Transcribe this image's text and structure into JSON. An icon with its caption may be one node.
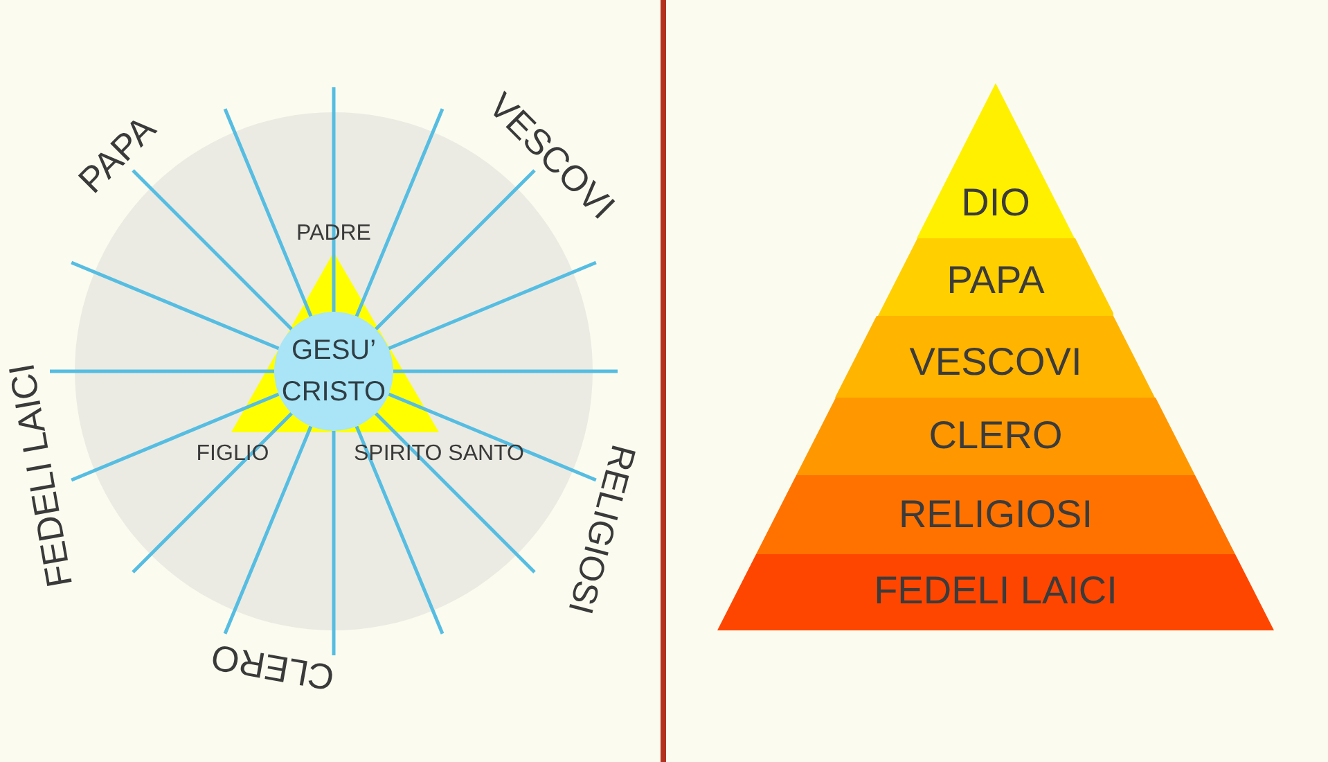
{
  "diagram": {
    "nodes": [
      {
        "text": [
          "GESU’ CRISTO"
        ]
      },
      {
        "text": [
          "DIO"
        ]
      },
      {
        "text": [
          "PAPA"
        ]
      },
      {
        "text": [
          "VESCOVI"
        ]
      },
      {
        "text": [
          "CLERO"
        ]
      },
      {
        "text": [
          "RELIGIOSI"
        ]
      },
      {
        "text": [
          "FEDELI LAICI"
        ]
      }
    ],
    "labels": [
      "PAPA",
      "VESCOVI",
      "PADRE",
      "FEDELI LAICI",
      "FIGLIO",
      "SPIRITO SANTO",
      "RELIGIOSI",
      "CLERO"
    ]
  }
}
